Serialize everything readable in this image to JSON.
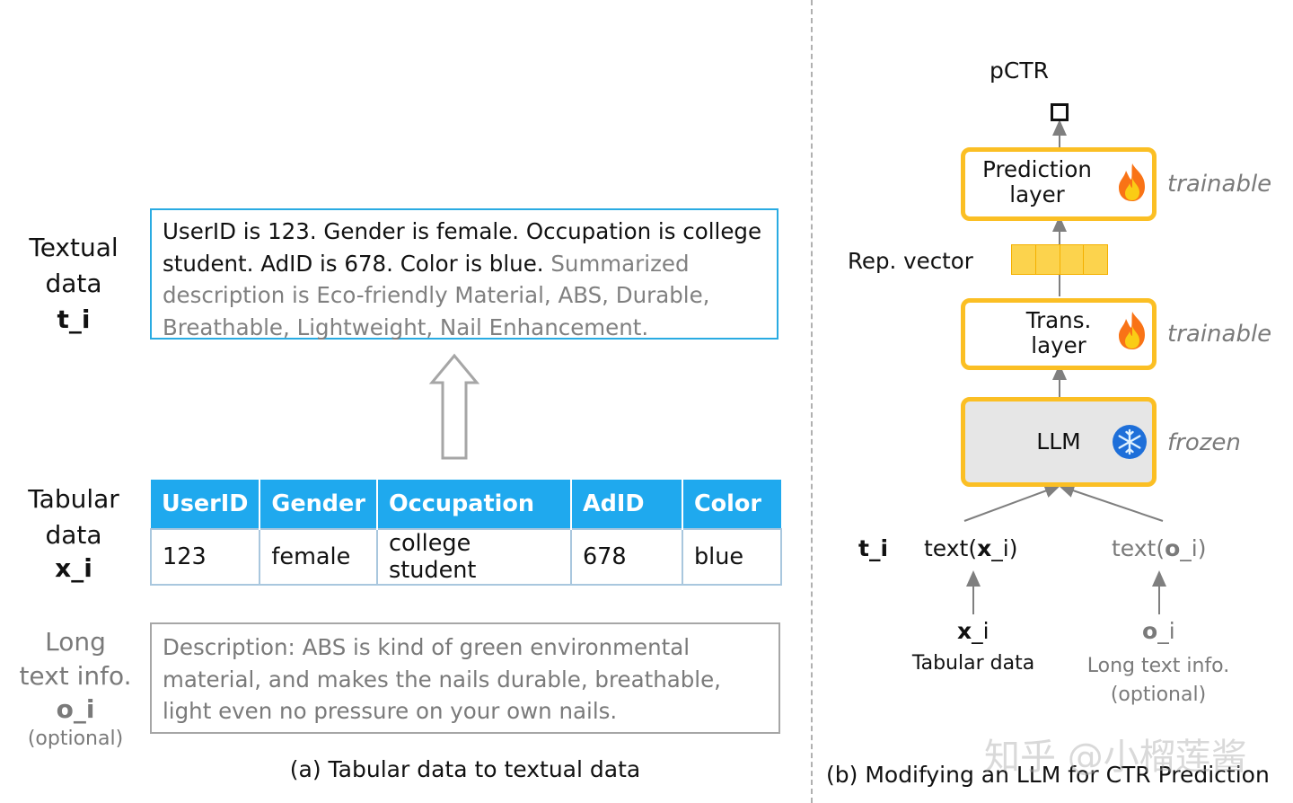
{
  "panel_a": {
    "side_labels": {
      "textual": [
        "Textual",
        "data",
        "t_i"
      ],
      "tabular": [
        "Tabular",
        "data",
        "x_i"
      ],
      "long": [
        "Long",
        "text info.",
        "o_i",
        "(optional)"
      ]
    },
    "textual_box": {
      "black": "UserID is 123. Gender is female. Occupation is college student. AdID is 678. Color is blue.",
      "grey": "Summarized description is Eco-friendly Material, ABS, Durable, Breathable, Lightweight, Nail Enhancement."
    },
    "table": {
      "headers": [
        "UserID",
        "Gender",
        "Occupation",
        "AdID",
        "Color"
      ],
      "row": [
        "123",
        "female",
        "college student",
        "678",
        "blue"
      ]
    },
    "long_box": "Description: ABS is kind of green environmental material, and makes the nails durable, breathable, light even no pressure on your own nails.",
    "caption": "(a) Tabular data to textual data"
  },
  "panel_b": {
    "pctr": "pCTR",
    "prediction_layer": [
      "Prediction",
      "layer"
    ],
    "rep_vector": "Rep. vector",
    "trans_layer": [
      "Trans.",
      "layer"
    ],
    "llm": "LLM",
    "trainable_1": "trainable",
    "trainable_2": "trainable",
    "frozen": "frozen",
    "t_i": "t_i",
    "text_x_pre": "text(",
    "text_x_var": "x",
    "text_x_post": "_i)",
    "text_o_pre": "text(",
    "text_o_var": "o",
    "text_o_post": "_i)",
    "x_i_var": "x",
    "x_i_sub": "_i",
    "tabular_data": "Tabular data",
    "o_i_var": "o",
    "o_i_sub": "_i",
    "long_text": [
      "Long text info.",
      "(optional)"
    ],
    "caption": "(b) Modifying an LLM for CTR Prediction"
  },
  "watermark": "知乎 @小榴莲酱",
  "colors": {
    "accent_blue": "#29abe2",
    "table_header": "#1fa9ee",
    "yellow": "#fbbf24",
    "rep_vector": "#fcd34d",
    "llm_fill": "#e6e6e6",
    "grey_text": "#7a7a7a"
  },
  "icons": {
    "trainable": "fire-icon",
    "frozen": "snowflake-icon"
  }
}
